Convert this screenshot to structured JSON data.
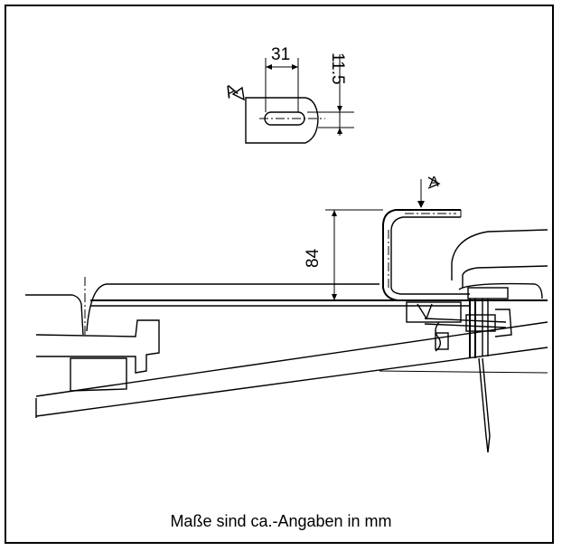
{
  "dimensions": {
    "slot_width": "31",
    "slot_height": "11.5",
    "height": "84"
  },
  "view_marks": {
    "top_marker": "A",
    "side_marker": "A"
  },
  "caption": "Maße sind ca.-Angaben in mm"
}
